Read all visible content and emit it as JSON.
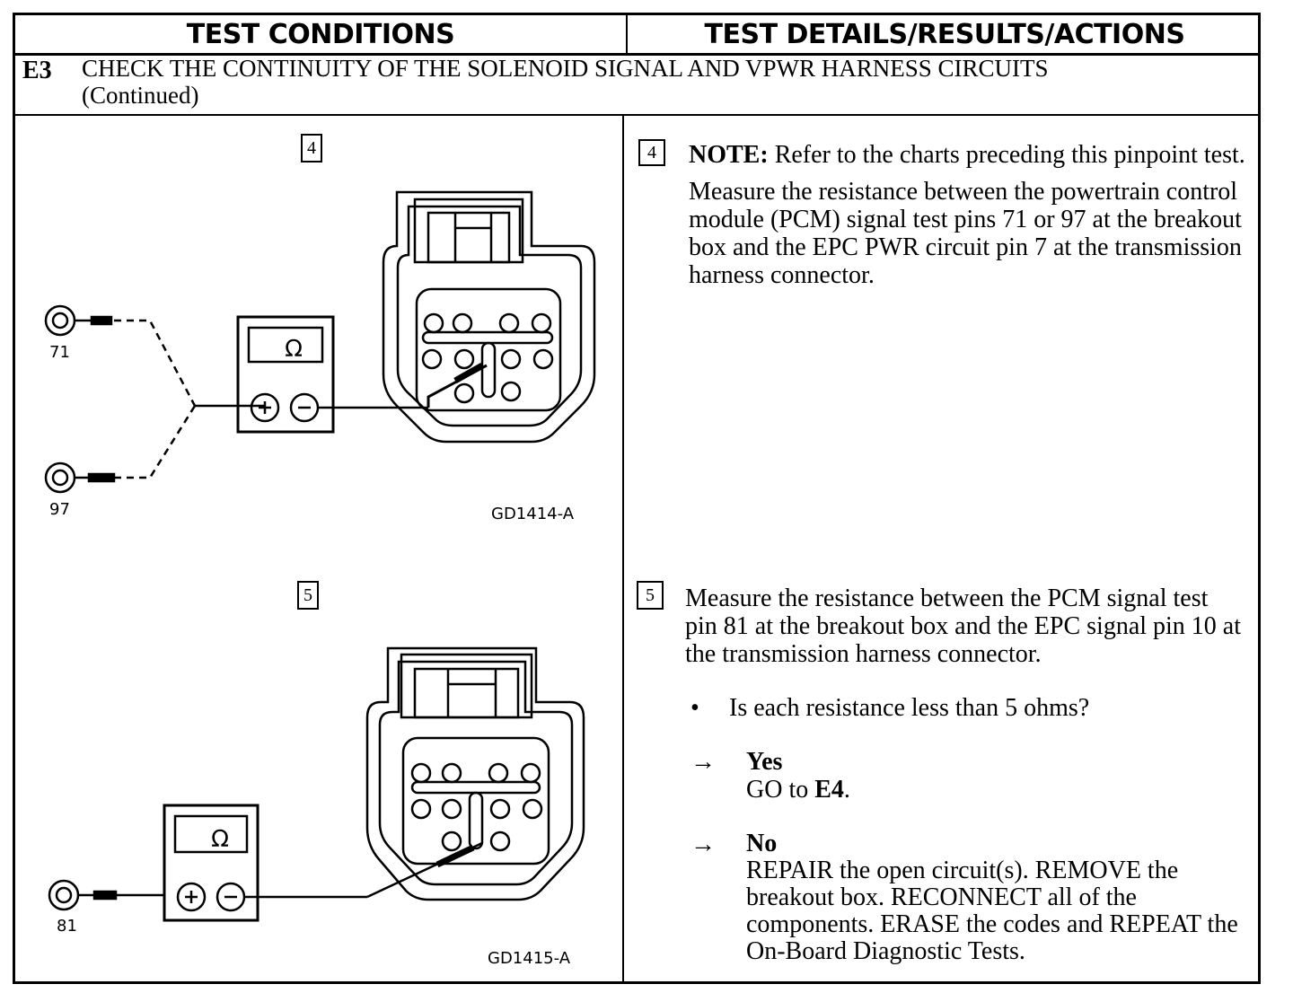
{
  "header": {
    "left": "TEST CONDITIONS",
    "right": "TEST DETAILS/RESULTS/ACTIONS"
  },
  "step": {
    "id": "E3",
    "title_line1": "CHECK THE CONTINUITY OF THE SOLENOID SIGNAL AND VPWR HARNESS CIRCUITS",
    "title_line2": "(Continued)"
  },
  "diagram4": {
    "box": "4",
    "meter_symbol": "Ω",
    "pin_a": "71",
    "pin_b": "97",
    "figure_id": "GD1414-A"
  },
  "diagram5": {
    "box": "5",
    "meter_symbol": "Ω",
    "pin": "81",
    "figure_id": "GD1415-A"
  },
  "detail4": {
    "box": "4",
    "note_label": "NOTE:",
    "note_text": " Refer to the charts preceding this pinpoint test.",
    "instruction": "Measure the resistance between the powertrain control module (PCM) signal test pins 71 or 97 at the breakout box and the EPC PWR circuit pin 7 at the transmission harness connector."
  },
  "detail5": {
    "box": "5",
    "instruction": "Measure the resistance between the PCM signal test pin 81 at the breakout box and the EPC signal pin 10 at the transmission harness connector.",
    "bullet": "•",
    "question": "Is each resistance less than 5 ohms?",
    "arrow": "→",
    "yes_label": "Yes",
    "yes_action_prefix": "GO to ",
    "yes_action_target": "E4",
    "yes_action_suffix": ".",
    "no_label": "No",
    "no_action": "REPAIR the open circuit(s). REMOVE the breakout box. RECONNECT all of the components. ERASE the codes and REPEAT the On-Board Diagnostic Tests."
  }
}
